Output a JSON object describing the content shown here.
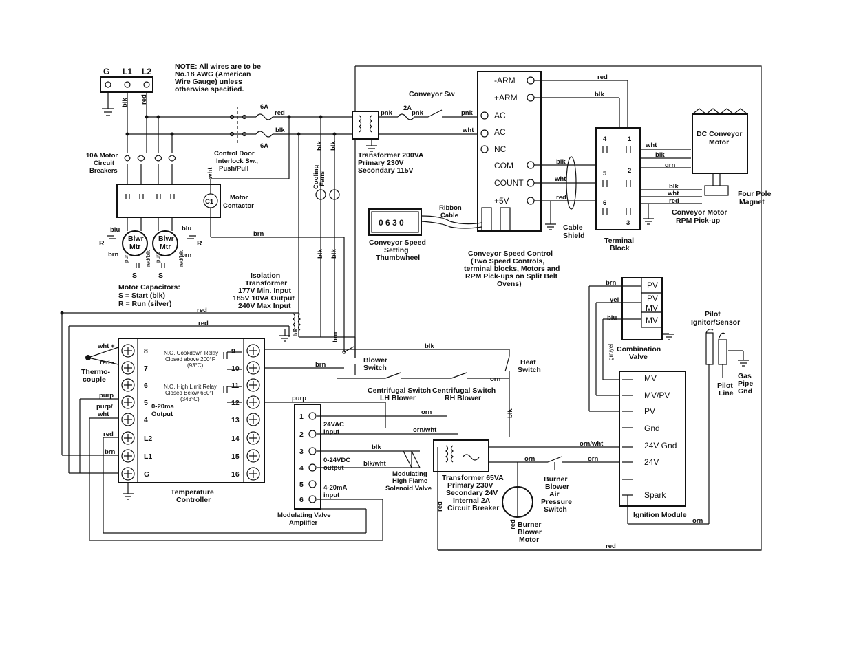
{
  "note": {
    "line1": "NOTE: All wires are to be",
    "line2": "No.18 AWG (American",
    "line3": "Wire Gauge) unless",
    "line4": "otherwise specified."
  },
  "power": {
    "g": "G",
    "l1": "L1",
    "l2": "L2"
  },
  "breakers": {
    "l1": "10A Motor",
    "l2": "Circuit",
    "l3": "Breakers"
  },
  "contactor": {
    "l1": "Motor",
    "l2": "Contactor",
    "coil": "C1"
  },
  "blowers": {
    "mtr_a": "Blwr",
    "mtr_b": "Mtr",
    "s": "S",
    "r": "R",
    "cap1": "Motor Capacitors:",
    "cap2": "S = Start (blk)",
    "cap3": "R = Run (silver)"
  },
  "door_switch": {
    "l1": "Control Door",
    "l2": "Interlock Sw.,",
    "l3": "Push/Pull",
    "fuse": "6A"
  },
  "fans": {
    "l1": "Cooling",
    "l2": "Fans"
  },
  "xfmr200": {
    "l1": "Transformer 200VA",
    "l2": "Primary 230V",
    "l3": "Secondary 115V"
  },
  "conveyor_sw": {
    "label": "Conveyor Sw",
    "fuse": "2A"
  },
  "speed_control": {
    "t1": "-ARM",
    "t2": "+ARM",
    "t3": "AC",
    "t4": "AC",
    "t5": "NC",
    "t6": "COM",
    "t7": "COUNT",
    "t8": "+5V",
    "c1": "Conveyor Speed Control",
    "c2": "(Two Speed Controls,",
    "c3": "terminal blocks, Motors and",
    "c4": "RPM Pick-ups on Split Belt",
    "c5": "Ovens)"
  },
  "thumbwheel": {
    "digits": "0 6 3 0",
    "l1": "Conveyor Speed",
    "l2": "Setting",
    "l3": "Thumbwheel",
    "ribbon1": "Ribbon",
    "ribbon2": "Cable"
  },
  "terminal_block": {
    "l1": "Terminal",
    "l2": "Block",
    "n1": "1",
    "n2": "2",
    "n3": "3",
    "n4": "4",
    "n5": "5",
    "n6": "6"
  },
  "cable_shield": {
    "l1": "Cable",
    "l2": "Shield"
  },
  "dc_motor": {
    "l1": "DC Conveyor",
    "l2": "Motor",
    "mag1": "Four Pole",
    "mag2": "Magnet",
    "pick1": "Conveyor Motor",
    "pick2": "RPM Pick-up"
  },
  "isolation": {
    "l1": "Isolation",
    "l2": "Transformer",
    "l3": "177V Min. Input",
    "l4": "185V  10VA Output",
    "l5": "240V Max Input"
  },
  "combination_valve": {
    "pv1": "PV",
    "pv2": "PV",
    "mv1": "MV",
    "mv2": "MV",
    "l1": "Combination",
    "l2": "Valve"
  },
  "pilot": {
    "l1": "Pilot",
    "l2": "Ignitor/Sensor",
    "line1": "Pilot",
    "line2": "Line",
    "gas1": "Gas",
    "gas2": "Pipe",
    "gas3": "Gnd"
  },
  "temp_controller": {
    "l1": "Temperature",
    "l2": "Controller",
    "left": [
      "8",
      "7",
      "6",
      "5",
      "4",
      "L2",
      "L1",
      "G"
    ],
    "right": [
      "9",
      "10",
      "11",
      "12",
      "13",
      "14",
      "15",
      "16"
    ],
    "relay1a": "N.O. Cookdown Relay",
    "relay1b": "Closed above 200°F",
    "relay1c": "(93°C)",
    "relay2a": "N.O. High Limit Relay",
    "relay2b": "Closed Below 650°F",
    "relay2c": "(343°C)",
    "ma1": "0-20ma",
    "ma2": "Output"
  },
  "thermocouple": {
    "plus": "wht +",
    "minus": "red -",
    "l1": "Thermo-",
    "l2": "couple"
  },
  "switches": {
    "blower1": "Blower",
    "blower2": "Switch",
    "heat1": "Heat",
    "heat2": "Switch",
    "lh1": "Centrifugal Switch",
    "lh2": "LH Blower",
    "rh1": "Centrifugal Switch",
    "rh2": "RH Blower"
  },
  "amplifier": {
    "l1": "Modulating Valve",
    "l2": "Amplifier",
    "pins": [
      "1",
      "2",
      "3",
      "4",
      "5",
      "6"
    ],
    "vac1": "24VAC",
    "vac2": "input",
    "vdc1": "0-24VDC",
    "vdc2": "output",
    "ma1": "4-20mA",
    "ma2": "input"
  },
  "solenoid": {
    "l1": "Modulating",
    "l2": "High Flame",
    "l3": "Solenoid Valve"
  },
  "xfmr65": {
    "l1": "Transformer 65VA",
    "l2": "Primary 230V",
    "l3": "Secondary 24V",
    "l4": "Internal 2A",
    "l5": "Circuit Breaker"
  },
  "burner_motor": {
    "l1": "Burner",
    "l2": "Blower",
    "l3": "Motor"
  },
  "air_switch": {
    "l1": "Burner",
    "l2": "Blower",
    "l3": "Air",
    "l4": "Pressure",
    "l5": "Switch"
  },
  "ignition": {
    "l1": "Ignition Module",
    "t1": "MV",
    "t2": "MV/PV",
    "t3": "PV",
    "t4": "Gnd",
    "t5": "24V Gnd",
    "t6": "24V",
    "t7": "Spark"
  },
  "wires": {
    "red": "red",
    "blk": "blk",
    "wht": "wht",
    "pnk": "pnk",
    "brn": "brn",
    "blu": "blu",
    "grn": "grn",
    "yel": "yel",
    "orn": "orn",
    "purp": "purp",
    "purpwht": "purp/",
    "wht2": "wht",
    "orn_wht": "orn/wht",
    "blk_wht": "blk/wht",
    "red_blk": "red/blk",
    "grn_yel": "grn/yel"
  }
}
